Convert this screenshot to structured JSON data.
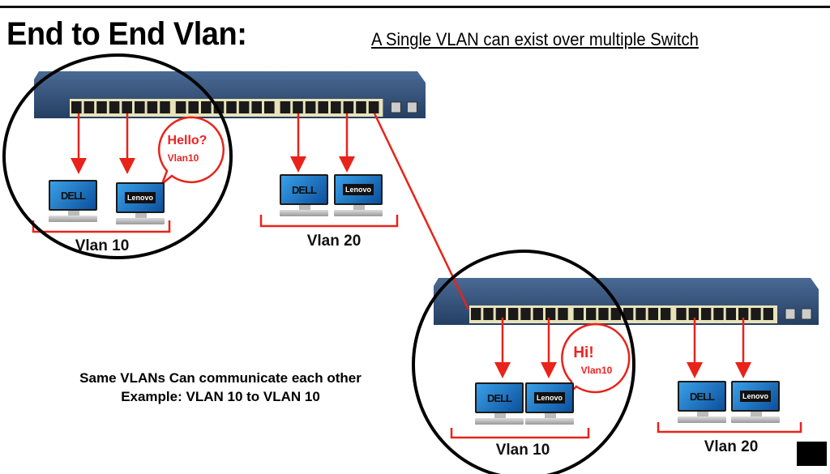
{
  "slide": {
    "title": "End to End Vlan:",
    "subtitle": "A Single VLAN can exist over multiple Switch",
    "note_line1": "Same VLANs Can communicate each other",
    "note_line2": "Example: VLAN 10 to VLAN 10"
  },
  "switch1": {
    "groups": [
      {
        "label": "Vlan 10",
        "pcs": [
          "DELL",
          "Lenovo"
        ]
      },
      {
        "label": "Vlan 20",
        "pcs": [
          "DELL",
          "Lenovo"
        ]
      }
    ],
    "bubble": {
      "greeting": "Hello?",
      "vlan": "Vlan10"
    }
  },
  "switch2": {
    "groups": [
      {
        "label": "Vlan 10",
        "pcs": [
          "DELL",
          "Lenovo"
        ]
      },
      {
        "label": "Vlan 20",
        "pcs": [
          "DELL",
          "Lenovo"
        ]
      }
    ],
    "bubble": {
      "greeting": "Hi!",
      "vlan": "Vlan10"
    }
  },
  "colors": {
    "accent": "#e8231a",
    "switch_body": "#2f4f78"
  }
}
